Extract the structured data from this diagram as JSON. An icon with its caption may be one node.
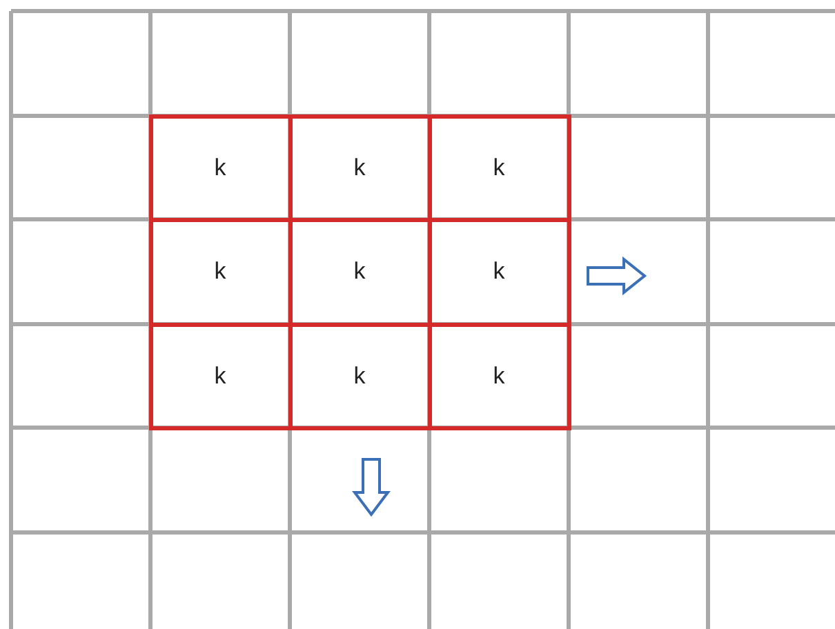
{
  "diagram": {
    "nodes": [
      {
        "text": [
          "k"
        ]
      },
      {
        "text": [
          "k"
        ]
      },
      {
        "text": [
          "k"
        ]
      },
      {
        "text": [
          "k"
        ]
      },
      {
        "text": [
          "k"
        ]
      },
      {
        "text": [
          "k"
        ]
      },
      {
        "text": [
          "k"
        ]
      },
      {
        "text": [
          "k"
        ]
      },
      {
        "text": [
          "k"
        ]
      }
    ]
  }
}
